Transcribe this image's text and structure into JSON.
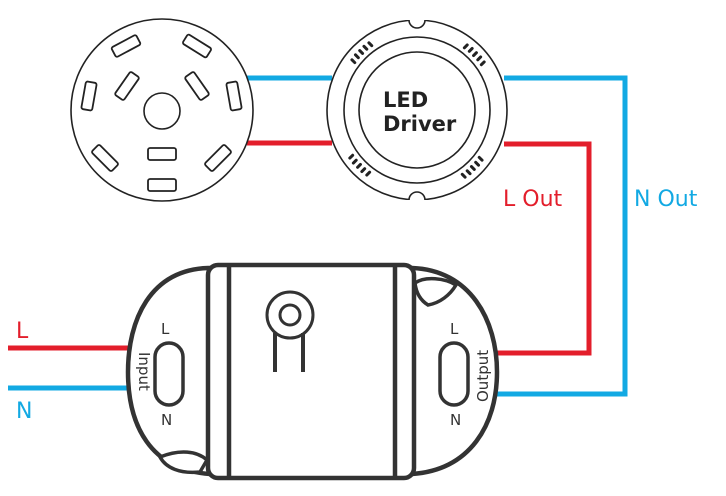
{
  "colors": {
    "live": "#e31e2b",
    "neutral": "#12a9e3",
    "outline": "#333333"
  },
  "lamp": {
    "icon": "ceiling-lamp-icon"
  },
  "driver": {
    "line1": "LED",
    "line2": "Driver"
  },
  "wires": {
    "l_out_label": "L Out",
    "n_out_label": "N Out",
    "l_in_label": "L",
    "n_in_label": "N"
  },
  "device": {
    "input_label": "Input",
    "output_label": "Output",
    "input_l": "L",
    "input_n": "N",
    "output_l": "L",
    "output_n": "N"
  }
}
